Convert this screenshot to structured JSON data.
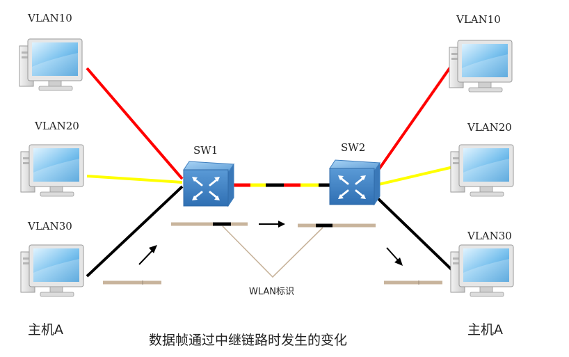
{
  "left_hosts": [
    {
      "vlan": "VLAN10"
    },
    {
      "vlan": "VLAN20"
    },
    {
      "vlan": "VLAN30"
    }
  ],
  "right_hosts": [
    {
      "vlan": "VLAN10"
    },
    {
      "vlan": "VLAN20"
    },
    {
      "vlan": "VLAN30"
    }
  ],
  "switches": {
    "left": "SW1",
    "right": "SW2"
  },
  "host_left_label": "主机A",
  "host_right_label": "主机A",
  "tag_label": "WLAN标识",
  "caption": "数据帧通过中继链路时发生的变化",
  "colors": {
    "vlan10": "#ff0000",
    "vlan20": "#ffff00",
    "vlan30": "#000000",
    "frame": "#c8b49c",
    "switch": "#4f8fc9"
  }
}
